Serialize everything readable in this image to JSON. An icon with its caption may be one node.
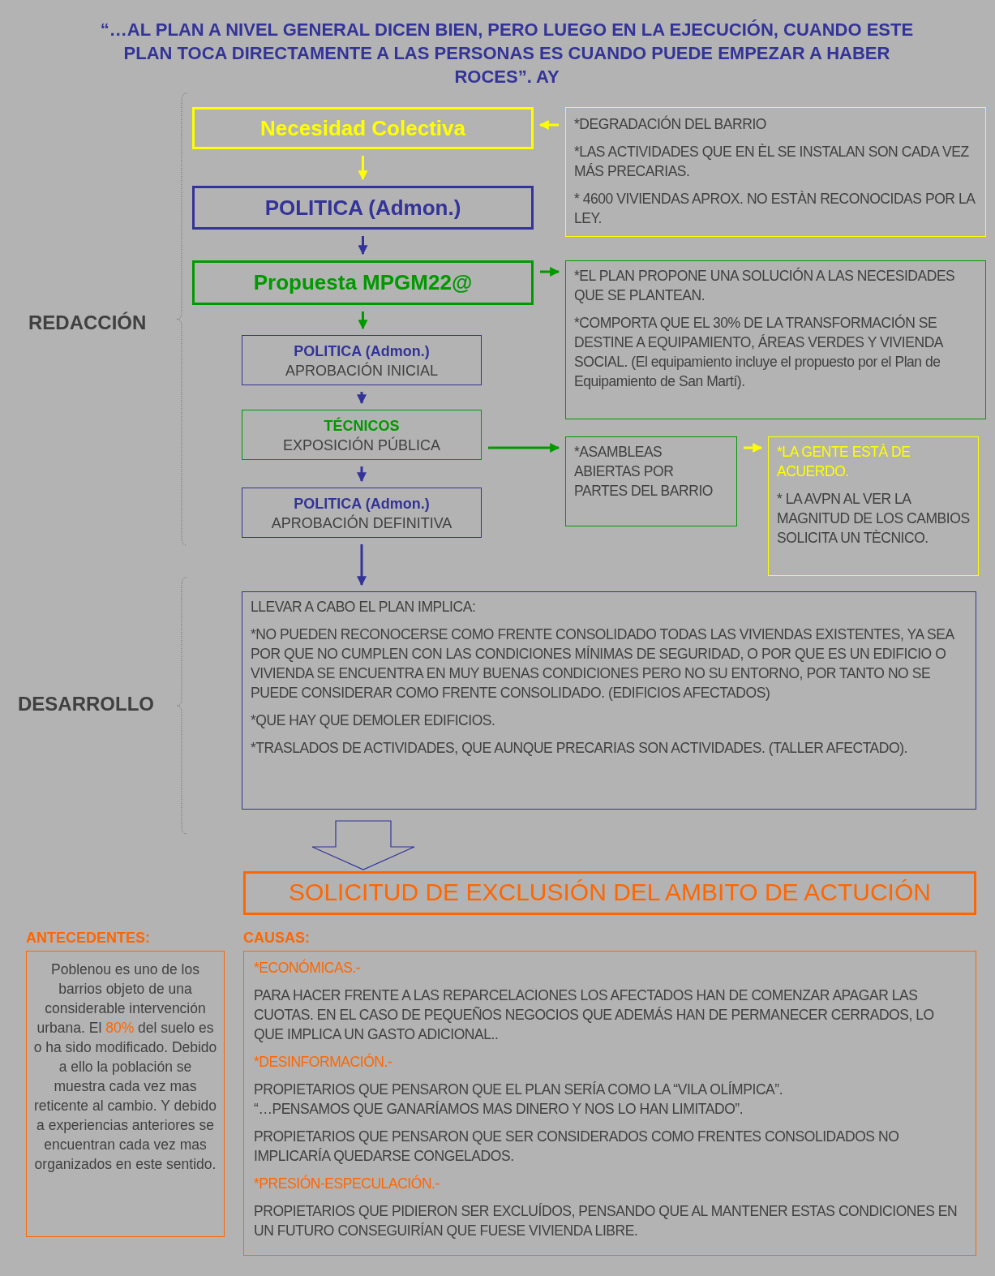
{
  "diagram": {
    "title": "“…AL PLAN A NIVEL GENERAL DICEN BIEN, PERO LUEGO EN LA EJECUCIÓN, CUANDO ESTE PLAN TOCA DIRECTAMENTE A LAS PERSONAS ES CUANDO PUEDE EMPEZAR A HABER ROCES”. AY",
    "nodes": [
      {
        "text": [
          "Necesidad Colectiva"
        ]
      },
      {
        "text": [
          "POLITICA (Admon.)"
        ]
      },
      {
        "text": [
          "Propuesta MPGM22@"
        ]
      },
      {
        "text": [
          "POLITICA (Admon.)",
          "APROBACIÓN INICIAL"
        ]
      },
      {
        "text": [
          "TÉCNICOS",
          "EXPOSICIÓN PÚBLICA"
        ]
      },
      {
        "text": [
          "POLITICA (Admon.)",
          "APROBACIÓN DEFINITIVA"
        ]
      },
      {
        "text": [
          "*DEGRADACIÓN DEL BARRIO",
          "*LAS ACTIVIDADES QUE EN ÈL SE INSTALAN SON CADA VEZ MÁS PRECARIAS.",
          "* 4600 VIVIENDAS APROX. NO ESTÀN RECONOCIDAS POR LA LEY."
        ]
      },
      {
        "text": [
          "*EL PLAN PROPONE UNA SOLUCIÓN A LAS NECESIDADES QUE SE PLANTEAN.",
          "*COMPORTA QUE EL 30% DE LA TRANSFORMACIÓN SE DESTINE A EQUIPAMIENTO, ÁREAS VERDES Y VIVIENDA SOCIAL. (El equipamiento incluye el propuesto por el Plan de Equipamiento de San Martí)."
        ]
      },
      {
        "text": [
          "*ASAMBLEAS ABIERTAS POR PARTES DEL BARRIO"
        ]
      },
      {
        "text": [
          "*LA GENTE ESTÀ DE ACUERDO.",
          "* LA AVPN AL VER LA MAGNITUD DE LOS CAMBIOS SOLICITA UN TÈCNICO."
        ]
      },
      {
        "text": [
          "LLEVAR A CABO EL PLAN IMPLICA:",
          "*NO PUEDEN RECONOCERSE COMO FRENTE CONSOLIDADO TODAS LAS VIVIENDAS EXISTENTES, YA SEA POR QUE NO CUMPLEN CON LAS CONDICIONES MÍNIMAS DE SEGURIDAD, O POR QUE ES UN EDIFICIO O VIVIENDA SE ENCUENTRA EN MUY BUENAS CONDICIONES PERO NO SU ENTORNO, POR TANTO NO SE PUEDE CONSIDERAR COMO FRENTE CONSOLIDADO. (EDIFICIOS AFECTADOS)",
          "*QUE HAY QUE DEMOLER EDIFICIOS.",
          "*TRASLADOS DE ACTIVIDADES, QUE AUNQUE PRECARIAS SON ACTIVIDADES. (TALLER AFECTADO)."
        ]
      },
      {
        "text": [
          "SOLICITUD DE EXCLUSIÓN DEL AMBITO DE ACTUCIÓN"
        ]
      },
      {
        "text": [
          "ANTECEDENTES:",
          "Poblenou es uno de los barrios objeto de una considerable intervención urbana. El **80%** del suelo es o ha sido modificado. Debido a ello la población se muestra cada vez mas reticente al cambio. Y debido a experiencias anteriores se encuentran cada vez mas organizados en este sentido."
        ]
      },
      {
        "text": [
          "CAUSAS:",
          "*ECONÓMICAS.-",
          "PARA HACER FRENTE A LAS REPARCELACIONES LOS AFECTADOS HAN DE COMENZAR APAGAR LAS CUOTAS. EN EL CASO DE PEQUEÑOS NEGOCIOS QUE ADEMÁS HAN DE PERMANECER CERRADOS, LO QUE IMPLICA UN GASTO ADICIONAL..",
          "*DESINFORMACIÓN.-",
          "PROPIETARIOS QUE PENSARON QUE EL PLAN SERÍA COMO LA “VILA OLÍMPICA”.",
          "“…PENSAMOS QUE GANARÍAMOS MAS DINERO Y NOS LO HAN LIMITADO”.",
          "PROPIETARIOS QUE PENSARON QUE SER CONSIDERADOS COMO FRENTES CONSOLIDADOS NO IMPLICARÍA QUEDARSE CONGELADOS.",
          "*PRESIÓN-ESPECULACIÓN.-",
          "PROPIETARIOS QUE PIDIERON SER EXCLUÍDOS, PENSANDO QUE AL MANTENER ESTAS CONDICIONES EN UN FUTURO CONSEGUIRÍAN QUE FUESE VIVIENDA LIBRE."
        ]
      }
    ],
    "edges": [
      {
        "from": 0,
        "to": 1,
        "arrow": "to",
        "color": "#ffff00"
      },
      {
        "from": 1,
        "to": 2,
        "arrow": "to"
      },
      {
        "from": 6,
        "to": 0,
        "arrow": "to",
        "color": "#ffff00"
      },
      {
        "from": 2,
        "to": 7,
        "arrow": "to",
        "color": "#009900"
      },
      {
        "from": 2,
        "to": 3,
        "arrow": "to",
        "color": "#009900"
      },
      {
        "from": 3,
        "to": 4,
        "arrow": "to"
      },
      {
        "from": 4,
        "to": 5,
        "arrow": "to"
      },
      {
        "from": 4,
        "to": 8,
        "arrow": "to",
        "color": "#009900"
      },
      {
        "from": 8,
        "to": 9,
        "arrow": "to",
        "color": "#ffff00"
      },
      {
        "from": 5,
        "to": 10,
        "arrow": "to"
      },
      {
        "from": 10,
        "to": 11,
        "arrow": "to",
        "style": "thick"
      }
    ],
    "labels": [
      "REDACCIÓN",
      "DESARROLLO"
    ]
  }
}
